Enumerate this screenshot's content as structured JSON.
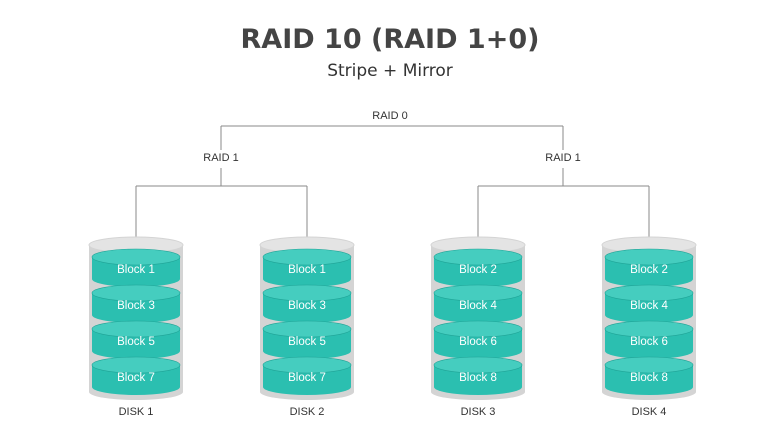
{
  "title": "RAID 10 (RAID 1+0)",
  "subtitle": "Stripe + Mirror",
  "raid0": {
    "label": "RAID 0"
  },
  "mirrors": [
    {
      "label": "RAID 1"
    },
    {
      "label": "RAID 1"
    }
  ],
  "disks": [
    {
      "label": "DISK 1",
      "blocks": [
        "Block 1",
        "Block 3",
        "Block 5",
        "Block 7"
      ]
    },
    {
      "label": "DISK 2",
      "blocks": [
        "Block 1",
        "Block 3",
        "Block 5",
        "Block 7"
      ]
    },
    {
      "label": "DISK 3",
      "blocks": [
        "Block 2",
        "Block 4",
        "Block 6",
        "Block 8"
      ]
    },
    {
      "label": "DISK 4",
      "blocks": [
        "Block 2",
        "Block 4",
        "Block 6",
        "Block 8"
      ]
    }
  ],
  "colors": {
    "block_fill": "#2bbfb0",
    "block_top": "#45cdbf",
    "block_edge": "#1fa396",
    "casing": "#d4d4d4",
    "connector": "#8a8a8a"
  }
}
